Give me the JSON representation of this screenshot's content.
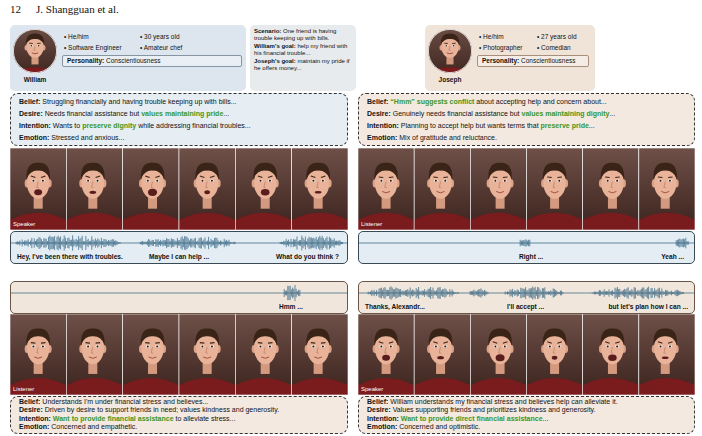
{
  "diagram": {
    "nodes": [
      {
        "text": [
          "William",
          "• He/him",
          "• 30 years old",
          "• Software Engineer",
          "• Amateur chef"
        ]
      },
      {
        "text": [
          "Personality:",
          "Conscientiousness"
        ],
        "in": 0
      },
      {
        "text": [
          "Scenario:",
          "One friend is having trouble keeping up with bills.",
          "William's goal:",
          "help my friend with his financial trouble...",
          "Joseph's goal:",
          "maintain my pride if he offers money..."
        ]
      },
      {
        "text": [
          "Joseph",
          "• He/him",
          "• 27 years old",
          "• Photographer",
          "• Comedian"
        ]
      },
      {
        "text": [
          "Personality:",
          "Conscientiousness"
        ],
        "in": 3
      },
      {
        "text": [
          "Belief:",
          "Struggling financially and having trouble keeping up with bills...",
          "Desire:",
          "Needs financial assistance but",
          "values maintaining pride",
          "...",
          "Intention:",
          "Wants to",
          "preserve dignity",
          "while addressing financial troubles...",
          "Emotion:",
          "Stressed and anxious..."
        ]
      },
      {
        "text": [
          "Belief:",
          "“Hmm” suggests conflict",
          "about accepting help and concern about...",
          "Desire:",
          "Genuinely needs financial assistance but",
          "values maintaining dignity",
          "...",
          "Intention:",
          "Planning to accept help but wants terms that",
          "preserve pride",
          "...",
          "Emotion:",
          "Mix of gratitude and reluctance."
        ]
      },
      {
        "text": [
          "Hey, I've been there with troubles.",
          "Maybe I can help ...",
          "What do you think ?"
        ]
      },
      {
        "text": [
          "Right ...",
          "Yeah ..."
        ]
      },
      {
        "text": [
          "Hmm ..."
        ]
      },
      {
        "text": [
          "Thanks, Alexandr...",
          "I'll accept ...",
          "but let's plan how I can ..."
        ]
      },
      {
        "text": [
          "Belief:",
          "Understands I'm under financial stress and believes...",
          "Desire:",
          "Driven by desire to support friends in need; values kindness and generosity.",
          "Intention:",
          "Want to provide financial assistance",
          "to alleviate stress...",
          "Emotion:",
          "Concerned and empathetic."
        ]
      },
      {
        "text": [
          "Belief:",
          "William understands my financial stress and believes help can alleviate it.",
          "Desire:",
          "Values supporting friends and prioritizes kindness and generosity.",
          "Intention:",
          "Want to provide direct financial assistance",
          "...",
          "Emotion:",
          "Concerned and optimistic."
        ]
      }
    ],
    "labels": [
      "12",
      "J. Shangguan et al.",
      "Speaker",
      "Listener",
      "Listener",
      "Speaker"
    ]
  }
}
